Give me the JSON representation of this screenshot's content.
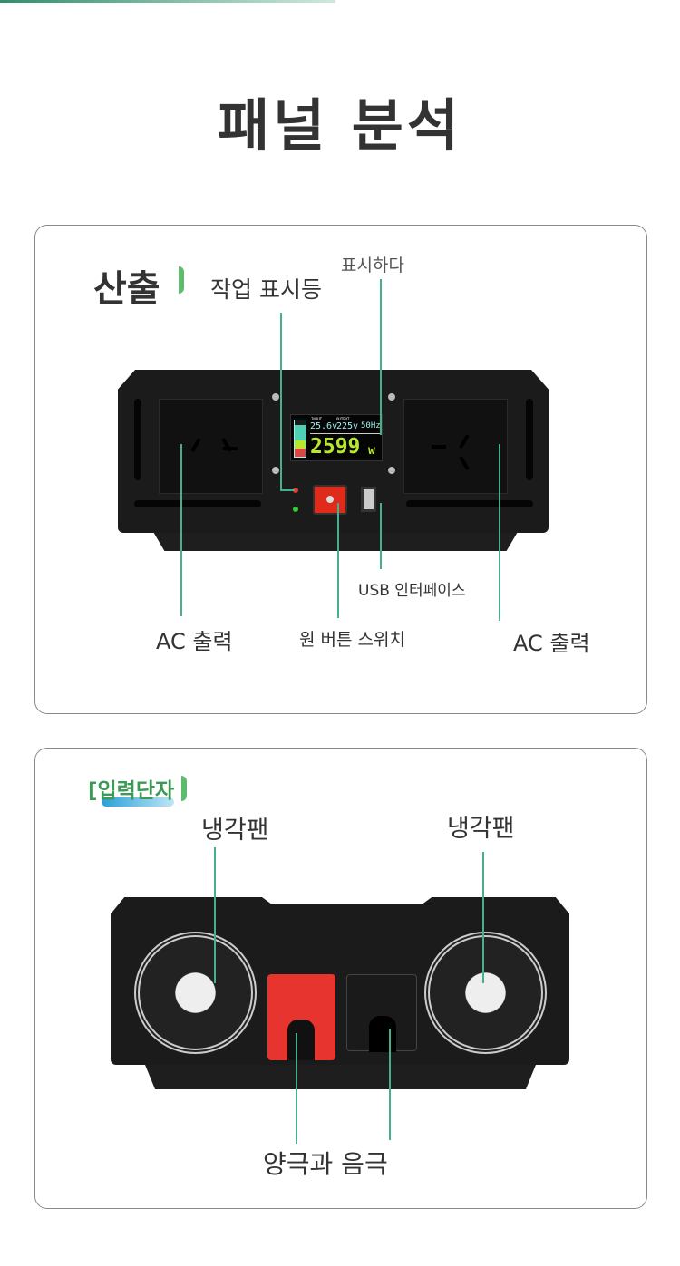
{
  "page_title": "패널 분석",
  "front_panel": {
    "section_label": "산출",
    "labels": {
      "indicator": "작업 표시등",
      "display": "표시하다",
      "usb": "USB 인터페이스",
      "power_switch": "원 버튼 스위치",
      "ac_output_left": "AC 출력",
      "ac_output_right": "AC 출력"
    },
    "lcd": {
      "input_label": "INPUT",
      "output_label": "OUTPUT",
      "input_voltage": "25.6v",
      "output_voltage": "225v",
      "frequency": "50Hz",
      "power": "2599",
      "power_unit": "w"
    },
    "colors": {
      "accent": "#45b08a",
      "lcd_green": "#b6e82e",
      "lcd_cyan": "#9ff0f0",
      "switch_red": "#e02a1a"
    }
  },
  "back_panel": {
    "section_label": "[입력단자",
    "labels": {
      "fan_left": "냉각팬",
      "fan_right": "냉각팬",
      "terminals": "양극과 음극"
    },
    "colors": {
      "positive": "#e8342e",
      "negative": "#1a1a1a"
    }
  }
}
